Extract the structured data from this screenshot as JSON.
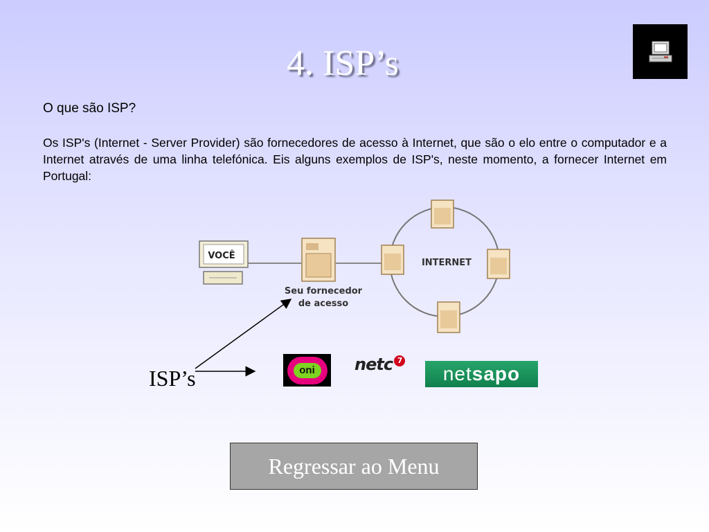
{
  "slide": {
    "title": "4. ISP’s",
    "subtitle": "O que são ISP?",
    "paragraph": "Os ISP's (Internet - Server Provider) são fornecedores de acesso à Internet, que são o elo entre o computador e a Internet através de uma linha telefónica. Eis alguns exemplos de ISP's, neste momento, a fornecer Internet em Portugal:"
  },
  "diagram": {
    "user_label": "VOCÊ",
    "provider_label_line1": "Seu fornecedor",
    "provider_label_line2": "de acesso",
    "internet_label": "INTERNET"
  },
  "isp_section": {
    "label": "ISP’s",
    "logos": {
      "oni": "oni",
      "netc": "netc",
      "netc_badge": "7",
      "netsapo_a": "net",
      "netsapo_b": "sapo"
    }
  },
  "navigation": {
    "menu_button_label": "Regressar ao Menu"
  },
  "colors": {
    "background_top": "#ccccff",
    "button": "#a6a6a6",
    "oni_pink": "#e6007e",
    "netsapo_green": "#1a9a5e"
  },
  "icons": {
    "corner": "computer-icon"
  }
}
